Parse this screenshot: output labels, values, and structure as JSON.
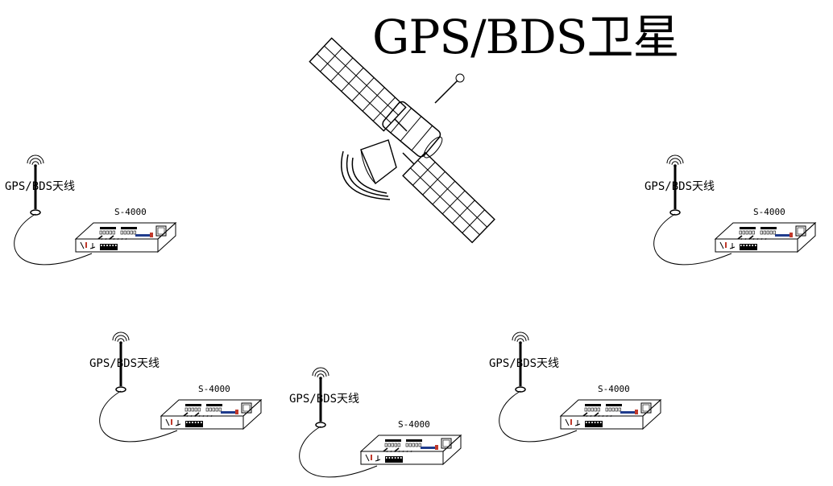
{
  "title": "GPS/BDS卫星",
  "antenna_label": "GPS/BDS天线",
  "device_model": "S-4000",
  "colors": {
    "line": "#000000",
    "indicator": "#1f3b8c",
    "connector": "#c0392b"
  },
  "icons": [
    "satellite-icon",
    "antenna-icon",
    "device-icon"
  ]
}
